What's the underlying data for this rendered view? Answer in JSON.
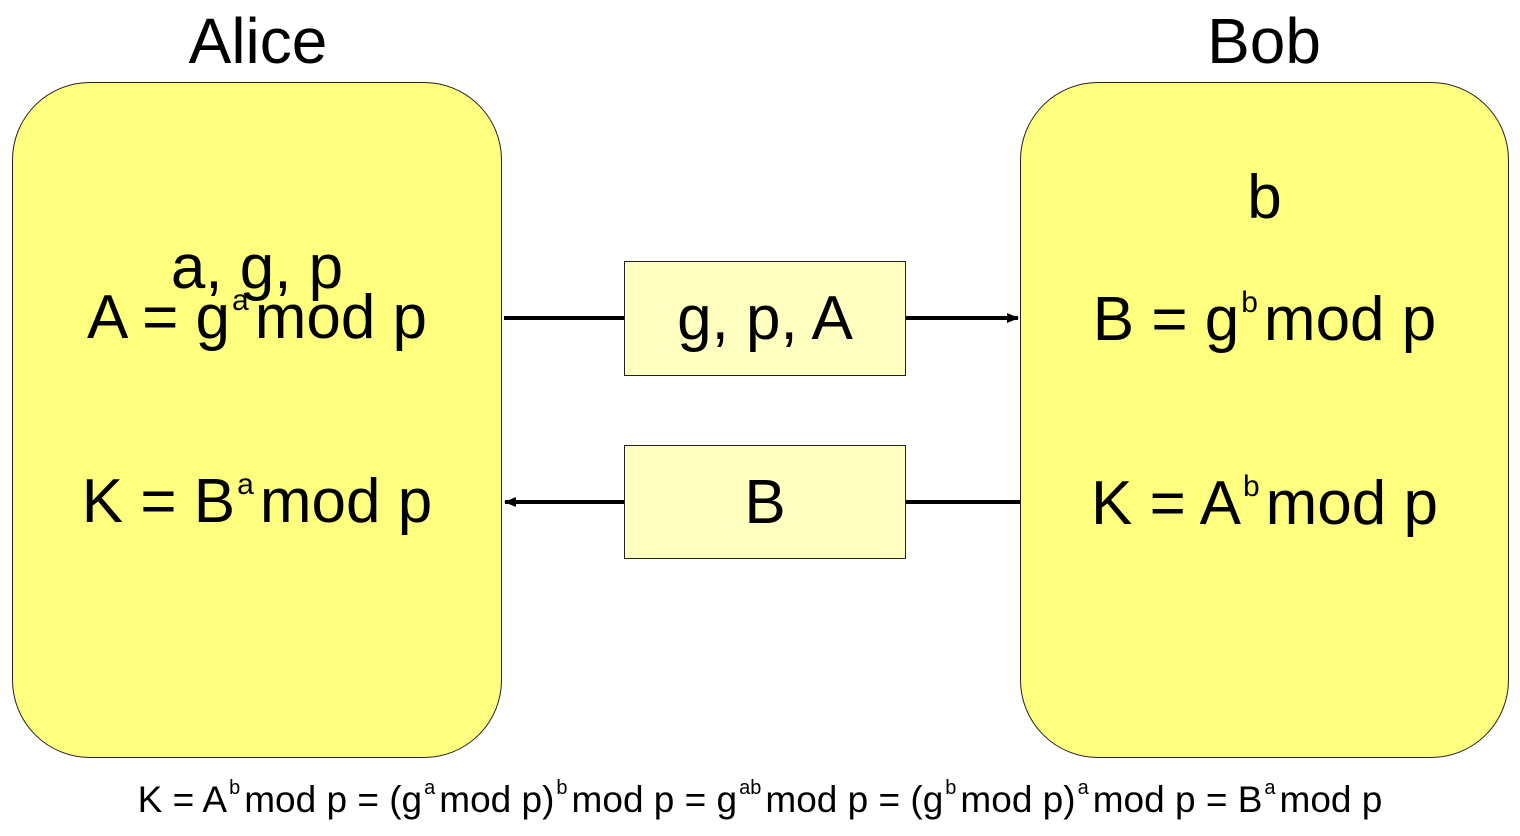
{
  "parties": {
    "alice": {
      "name": "Alice",
      "values": "a, g, p",
      "public_key": {
        "lhs": "A = g",
        "exp": "a",
        "rhs": "mod p"
      },
      "shared_key": {
        "lhs": "K = B",
        "exp": "a",
        "rhs": "mod p"
      }
    },
    "bob": {
      "name": "Bob",
      "values": "b",
      "public_key": {
        "lhs": "B = g",
        "exp": "b",
        "rhs": "mod p"
      },
      "shared_key": {
        "lhs": "K = A",
        "exp": "b",
        "rhs": "mod p"
      }
    }
  },
  "messages": {
    "to_bob": "g, p, A",
    "to_alice": "B"
  },
  "equation": {
    "p1": "K = A",
    "e1": "b",
    "p2": "mod p = (g",
    "e2": "a",
    "p3": "mod p)",
    "e3": "b",
    "p4": "mod p = g",
    "e4": "ab",
    "p5": "mod p = (g",
    "e5": "b",
    "p6": "mod p)",
    "e6": "a",
    "p7": "mod p = B",
    "e7": "a",
    "p8": "mod p"
  }
}
